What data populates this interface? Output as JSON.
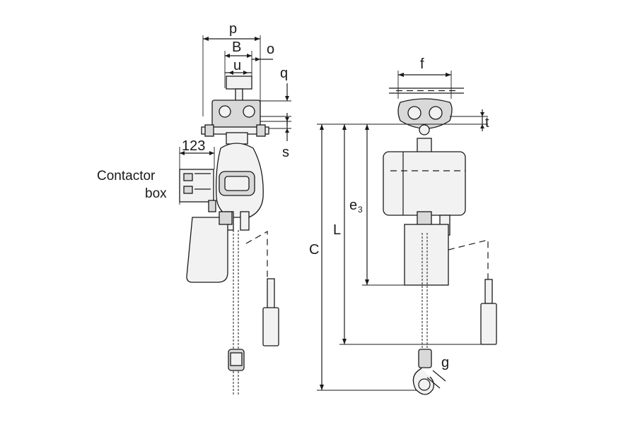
{
  "labels": {
    "p": "p",
    "B": "B",
    "o": "o",
    "u": "u",
    "q": "q",
    "s": "s",
    "dim_123": "123",
    "contactor_line1": "Contactor",
    "contactor_line2": "box",
    "f": "f",
    "t": "t",
    "C": "C",
    "L": "L",
    "e": "e",
    "e_sub": "3",
    "g": "g"
  }
}
